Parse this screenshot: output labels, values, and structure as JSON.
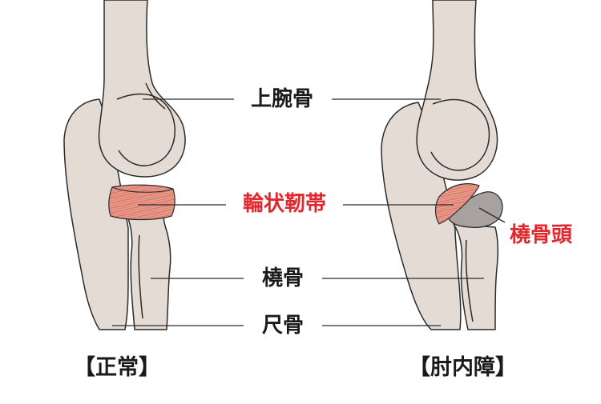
{
  "labels": {
    "humerus": "上腕骨",
    "annular_ligament": "輪状靭帯",
    "radial_head": "橈骨頭",
    "radius": "橈骨",
    "ulna": "尺骨"
  },
  "captions": {
    "normal": "【正常】",
    "pulled_elbow": "【肘内障】"
  },
  "colors": {
    "bone_fill": "#e4dcd4",
    "bone_outline": "#2b2b2b",
    "ligament_fill": "#e89a8a",
    "ligament_stripe": "#d4705f",
    "radial_head_fill": "#a7a29f",
    "label_black": "#1a1a1a",
    "label_red": "#e0282e"
  }
}
